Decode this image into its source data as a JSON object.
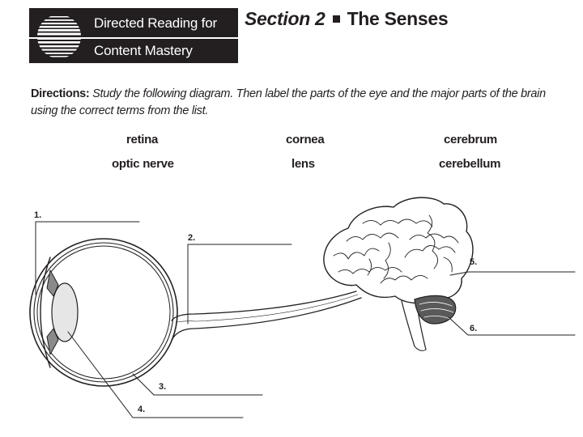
{
  "header": {
    "banner_line1": "Directed Reading for",
    "banner_line2": "Content Mastery",
    "section_label": "Section 2",
    "section_title": "The Senses"
  },
  "directions": {
    "label": "Directions:",
    "text": "Study the following diagram. Then label the parts of the eye and the major parts of the brain using the correct terms from the list."
  },
  "terms": [
    "retina",
    "cornea",
    "cerebrum",
    "optic nerve",
    "lens",
    "cerebellum"
  ],
  "diagram": {
    "labels": [
      "1.",
      "2.",
      "3.",
      "4.",
      "5.",
      "6."
    ]
  }
}
